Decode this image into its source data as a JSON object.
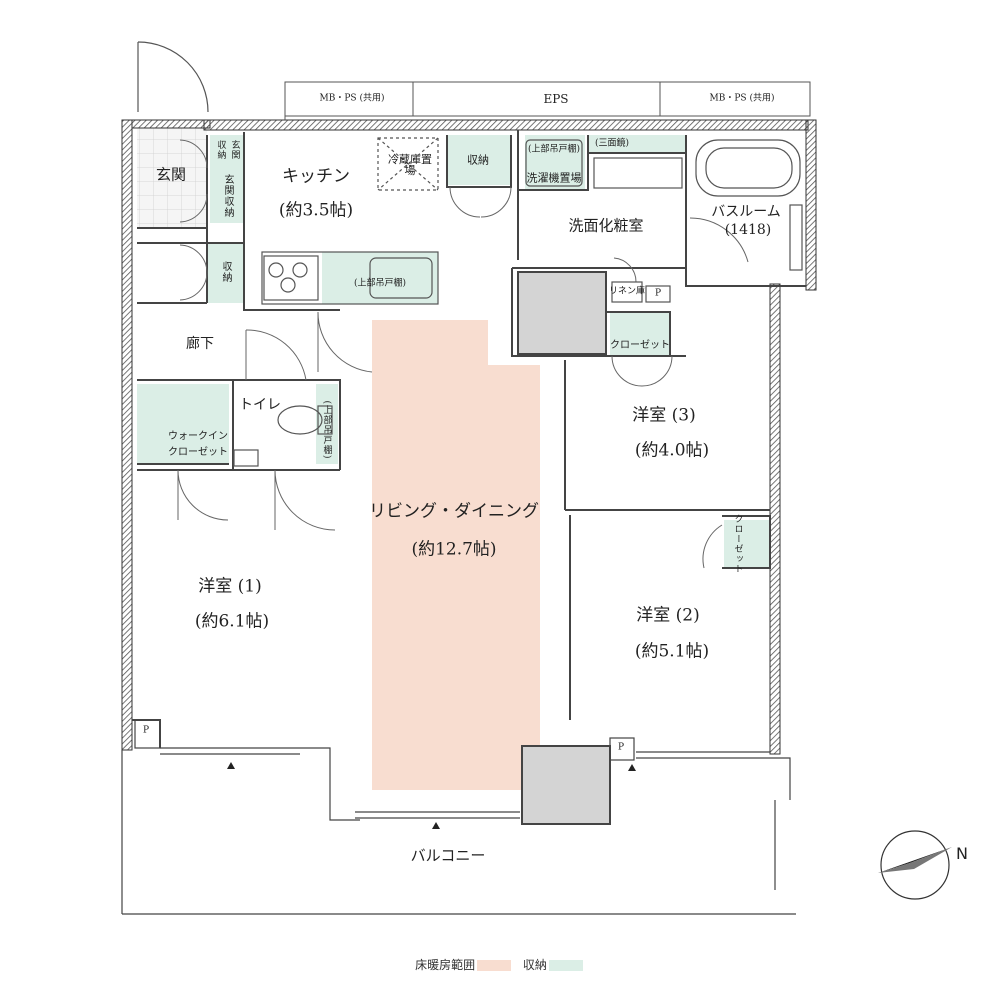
{
  "labels": {
    "mbps_left": "MB・PS",
    "mbps_left_sub": "(共用)",
    "eps": "EPS",
    "mbps_right": "MB・PS",
    "mbps_right_sub": "(共用)",
    "genkan": "玄関",
    "genkan_storage_top": "収納",
    "genkan_storage_top2": "玄関",
    "genkan_storage": "玄関収納",
    "hall_storage": "収納",
    "kitchen": "キッチン",
    "kitchen_size": "(約3.5帖)",
    "fridge": "冷蔵庫置場",
    "kitchen_storage": "収納",
    "upper_cabinet_kitchen": "(上部吊戸棚)",
    "upper_cabinet_laundry": "(上部吊戸棚)",
    "three_mirror": "(三面鏡)",
    "laundry": "洗濯機置場",
    "washroom": "洗面化粧室",
    "bathroom": "バスルーム",
    "bathroom_size": "(1418)",
    "linen": "リネン庫",
    "ps_mark": "P",
    "corridor": "廊下",
    "toilet": "トイレ",
    "toilet_cabinet": "(上部吊戸棚)",
    "walkin": "ウォークイン",
    "walkin2": "クローゼット",
    "closet": "クローゼット",
    "closet_vert": "クローゼット",
    "room3": "洋室 (3)",
    "room3_size": "(約4.0帖)",
    "ldk": "リビング・ダイニング",
    "ldk_size": "(約12.7帖)",
    "room2": "洋室 (2)",
    "room2_size": "(約5.1帖)",
    "room1": "洋室 (1)",
    "room1_size": "(約6.1帖)",
    "balcony": "バルコニー",
    "north": "N"
  },
  "legend": {
    "floor_heating": "床暖房範囲",
    "storage": "収納"
  },
  "colors": {
    "floor_heating": "#f8ddd0",
    "storage": "#dbeee6",
    "wall": "#4a4a4a",
    "column": "#d4d4d4",
    "genkan_tile": "#f4f4f4"
  }
}
